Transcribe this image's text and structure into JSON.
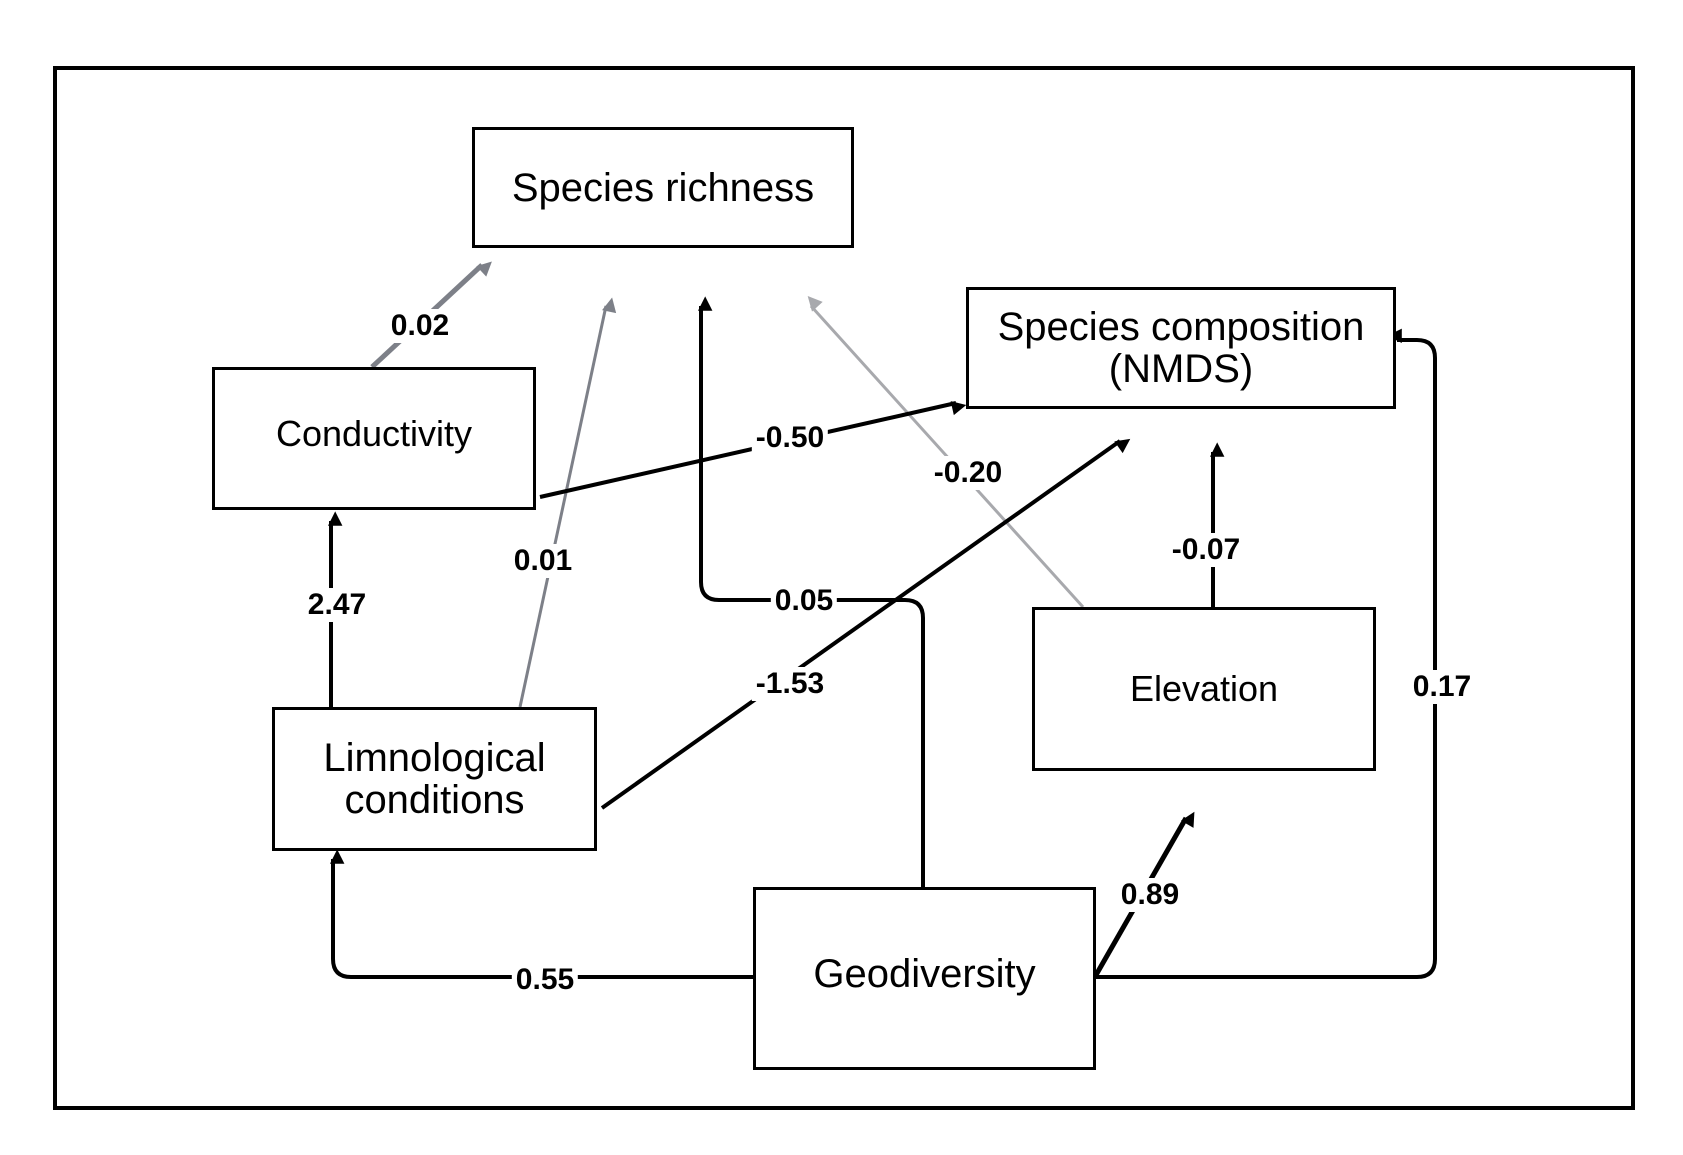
{
  "diagram": {
    "type": "path-diagram",
    "nodes": {
      "species_richness": "Species richness",
      "species_composition": "Species composition (NMDS)",
      "species_composition_line1": "Species composition",
      "species_composition_line2": "(NMDS)",
      "conductivity": "Conductivity",
      "limnological_line1": "Limnological",
      "limnological_line2": "conditions",
      "elevation": "Elevation",
      "geodiversity": "Geodiversity"
    },
    "colors": {
      "significant": "#000000",
      "nonsignificant_dark": "#7d8088",
      "nonsignificant_light": "#a8a9ad"
    },
    "edges": [
      {
        "id": "cond_rich",
        "from": "Conductivity",
        "to": "Species richness",
        "coef": "0.02",
        "style": "nonsignificant_dark"
      },
      {
        "id": "limn_rich",
        "from": "Limnological conditions",
        "to": "Species richness",
        "coef": "0.01",
        "style": "nonsignificant_dark"
      },
      {
        "id": "geo_rich",
        "from": "Geodiversity",
        "to": "Species richness",
        "coef": "0.05",
        "style": "significant"
      },
      {
        "id": "elev_rich",
        "from": "Elevation",
        "to": "Species richness",
        "coef": "-0.20",
        "style": "nonsignificant_light"
      },
      {
        "id": "cond_comp",
        "from": "Conductivity",
        "to": "Species composition (NMDS)",
        "coef": "-0.50",
        "style": "significant"
      },
      {
        "id": "limn_comp",
        "from": "Limnological conditions",
        "to": "Species composition (NMDS)",
        "coef": "-1.53",
        "style": "significant"
      },
      {
        "id": "elev_comp",
        "from": "Elevation",
        "to": "Species composition (NMDS)",
        "coef": "-0.07",
        "style": "significant"
      },
      {
        "id": "geo_comp",
        "from": "Geodiversity",
        "to": "Species composition (NMDS)",
        "coef": "0.17",
        "style": "significant"
      },
      {
        "id": "limn_cond",
        "from": "Limnological conditions",
        "to": "Conductivity",
        "coef": "2.47",
        "style": "significant"
      },
      {
        "id": "geo_limn",
        "from": "Geodiversity",
        "to": "Limnological conditions",
        "coef": "0.55",
        "style": "significant"
      },
      {
        "id": "geo_elev",
        "from": "Geodiversity",
        "to": "Elevation",
        "coef": "0.89",
        "style": "significant"
      }
    ]
  }
}
